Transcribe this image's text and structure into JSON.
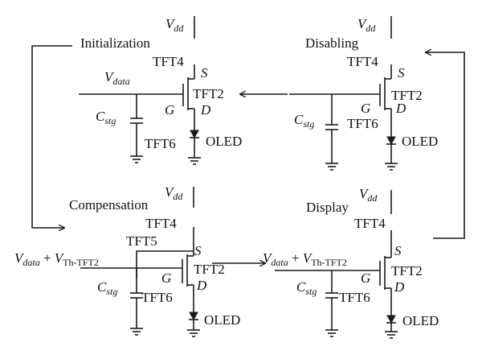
{
  "panels": {
    "initialization": {
      "title": "Initialization",
      "vdd": "V",
      "vdd_sub": "dd",
      "tft4": "TFT4",
      "s": "S",
      "g": "G",
      "d": "D",
      "tft2": "TFT2",
      "input_v": "V",
      "input_sub": "data",
      "cstg": "C",
      "cstg_sub": "stg",
      "tft6": "TFT6",
      "oled": "OLED"
    },
    "disabling": {
      "title": "Disabling",
      "vdd": "V",
      "vdd_sub": "dd",
      "tft4": "TFT4",
      "s": "S",
      "g": "G",
      "d": "D",
      "tft2": "TFT2",
      "cstg": "C",
      "cstg_sub": "stg",
      "tft6": "TFT6",
      "oled": "OLED"
    },
    "compensation": {
      "title": "Compensation",
      "vdd": "V",
      "vdd_sub": "dd",
      "tft4": "TFT4",
      "tft5": "TFT5",
      "s": "S",
      "g": "G",
      "d": "D",
      "tft2": "TFT2",
      "input_v1": "V",
      "input_sub1": "data",
      "input_plus": " + ",
      "input_v2": "V",
      "input_sub2": "Th-TFT2",
      "cstg": "C",
      "cstg_sub": "stg",
      "tft6": "TFT6",
      "oled": "OLED"
    },
    "display": {
      "title": "Display",
      "vdd": "V",
      "vdd_sub": "dd",
      "tft4": "TFT4",
      "s": "S",
      "g": "G",
      "d": "D",
      "tft2": "TFT2",
      "input_v1": "V",
      "input_sub1": "data",
      "input_plus": " + ",
      "input_v2": "V",
      "input_sub2": "Th-TFT2",
      "cstg": "C",
      "cstg_sub": "stg",
      "tft6": "TFT6",
      "oled": "OLED"
    }
  },
  "colors": {
    "line": "#1a1a1a",
    "text": "#111111",
    "background": "#ffffff"
  }
}
